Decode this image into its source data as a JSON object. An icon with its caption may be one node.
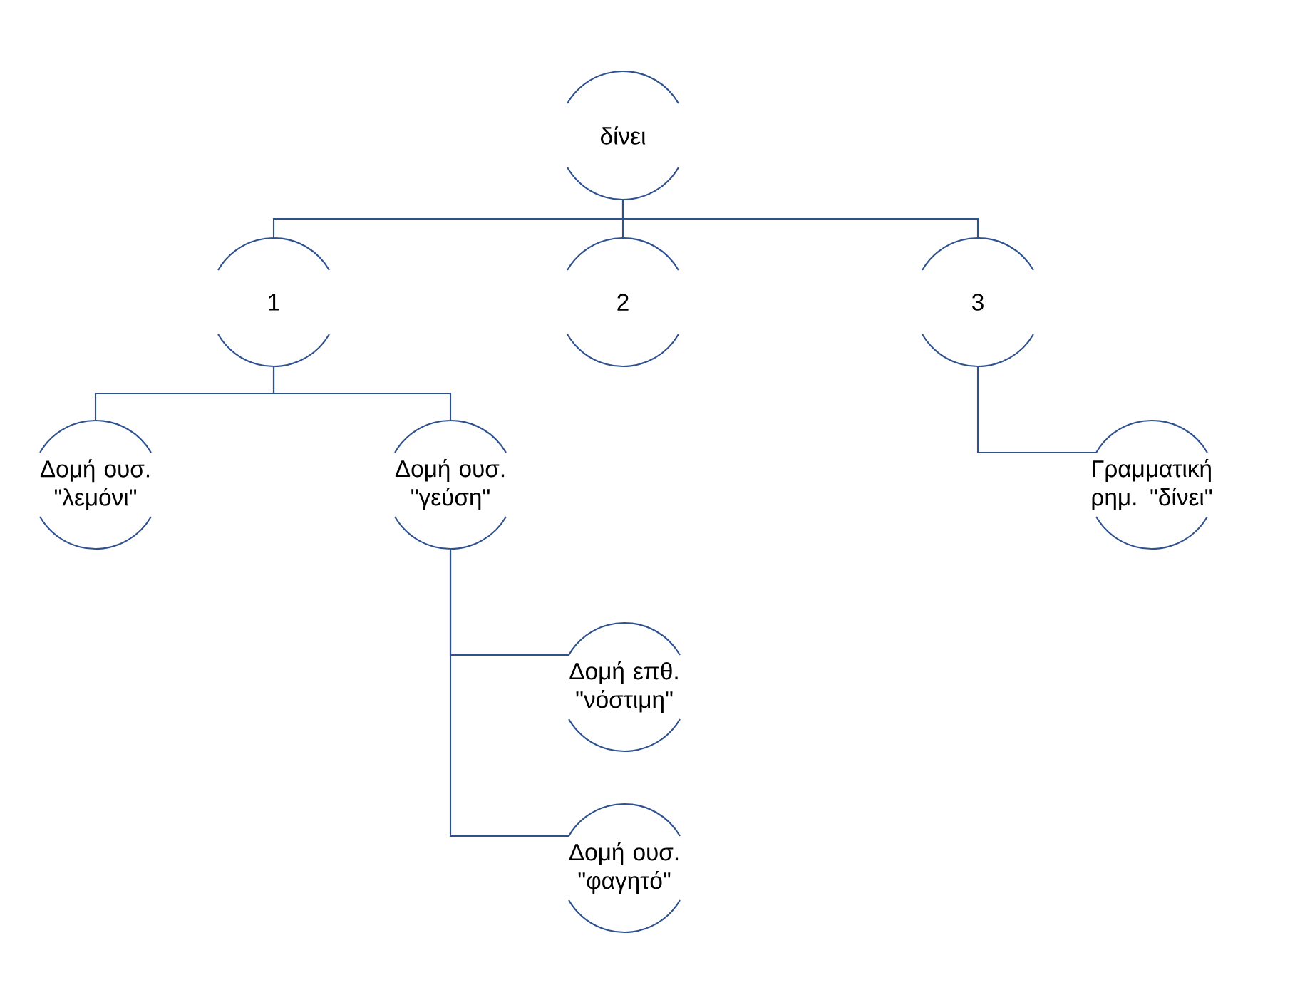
{
  "diagram": {
    "nodes": [
      {
        "text": [
          "δίνει"
        ]
      },
      {
        "text": [
          "1"
        ]
      },
      {
        "text": [
          "2"
        ]
      },
      {
        "text": [
          "3"
        ]
      },
      {
        "text": [
          "Δομή ουσ. \"λεμόνι\""
        ]
      },
      {
        "text": [
          "Δομή ουσ. \"γεύση\""
        ]
      },
      {
        "text": [
          "Γραμματική ρημ. \"δίνει\""
        ]
      },
      {
        "text": [
          "Δομή επθ. \"νόστιμη\""
        ]
      },
      {
        "text": [
          "Δομή ουσ. \"φαγητό\""
        ]
      }
    ],
    "edges": [
      {
        "from": 0,
        "to": 1,
        "arrow": "none"
      },
      {
        "from": 0,
        "to": 2,
        "arrow": "none"
      },
      {
        "from": 0,
        "to": 3,
        "arrow": "none"
      },
      {
        "from": 1,
        "to": 4,
        "arrow": "none"
      },
      {
        "from": 1,
        "to": 5,
        "arrow": "none"
      },
      {
        "from": 3,
        "to": 6,
        "arrow": "none"
      },
      {
        "from": 5,
        "to": 7,
        "arrow": "none"
      },
      {
        "from": 5,
        "to": 8,
        "arrow": "none"
      }
    ]
  }
}
